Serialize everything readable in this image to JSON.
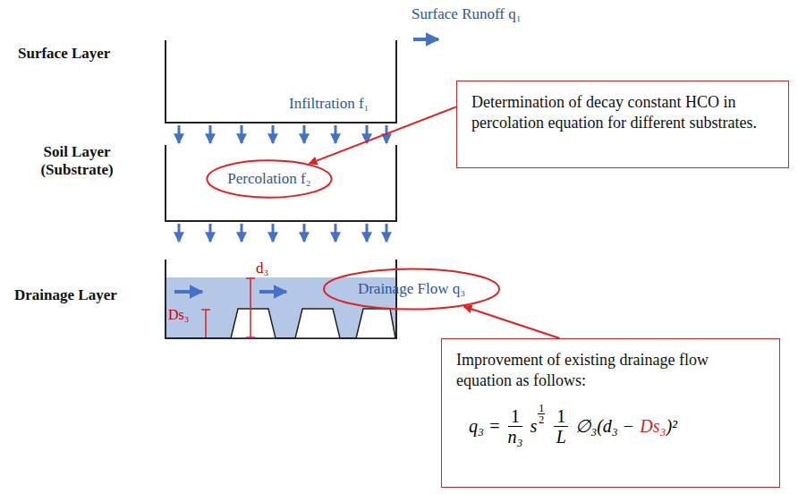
{
  "diagram": {
    "nodes": [
      {
        "text": [
          "Determination of decay constant HCO in percolation equation for different substrates."
        ]
      },
      {
        "text": [
          "Percolation f₂"
        ]
      },
      {
        "text": [
          "Drainage Flow q₃"
        ]
      },
      {
        "text": [
          "Improvement of existing drainage flow equation as follows:",
          "q₃ =",
          "1",
          "n₃",
          "s",
          "1",
          "2",
          "1",
          "L",
          "∅₃(d₃ −",
          "Ds₃",
          ")²"
        ]
      }
    ],
    "edges": [
      {
        "from": 0,
        "to": 1,
        "arrow": "to"
      },
      {
        "from": 3,
        "to": 2,
        "arrow": "to"
      }
    ],
    "labels": [
      "Surface Runoff q₁",
      "Surface Layer",
      "Infiltration f₁",
      "Soil Layer (Substrate)",
      "Drainage Layer",
      "d₃",
      "Ds₃"
    ]
  }
}
